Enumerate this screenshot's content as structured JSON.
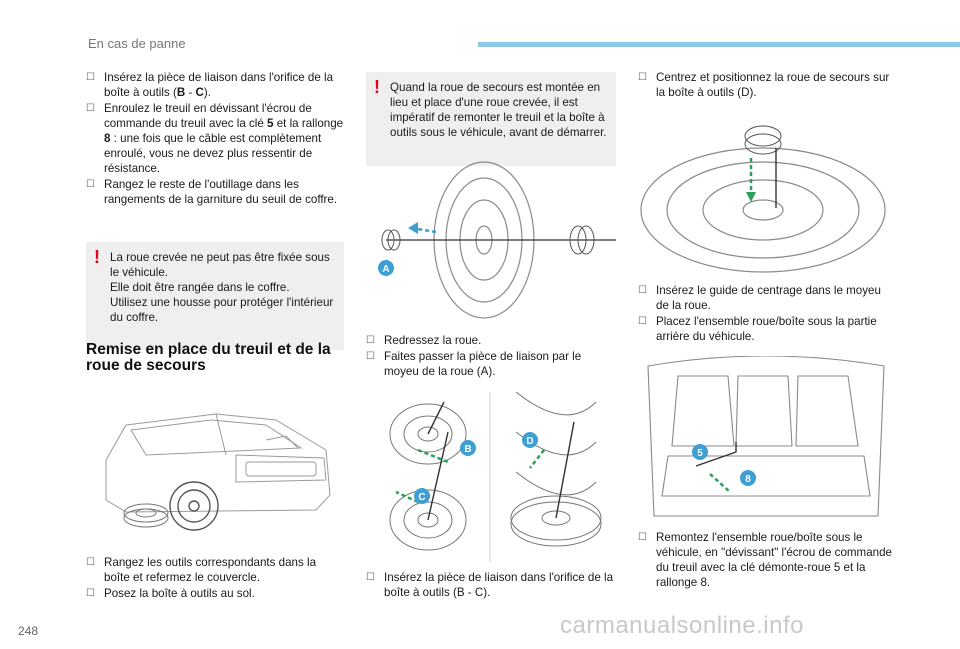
{
  "header": {
    "title": "En cas de panne"
  },
  "page_number": "248",
  "watermark": "carmanualsonline.info",
  "col1": {
    "items": [
      [
        "Insérez la pièce de liaison dans l'orifice de la boîte à outils (",
        "B",
        " - ",
        "C",
        ")."
      ],
      [
        "Enroulez le treuil en dévissant l'écrou de commande du treuil avec la clé ",
        "5",
        " et la rallonge ",
        "8",
        " : une fois que le câble est complètement enroulé, vous ne devez plus ressentir de résistance."
      ],
      [
        "Rangez le reste de l'outillage dans les rangements de la garniture du seuil de coffre."
      ]
    ],
    "warning": "La roue crevée ne peut pas être fixée sous le véhicule.\nElle doit être rangée dans le coffre.\nUtilisez une housse pour protéger l'intérieur du coffre.",
    "section_title": "Remise en place du treuil et de la roue de secours",
    "bottom_items": [
      "Rangez les outils correspondants dans la boîte et refermez le couvercle.",
      "Posez la boîte à outils au sol."
    ]
  },
  "col2": {
    "warning": "Quand la roue de secours est montée en lieu et place d'une roue crevée, il est impératif de remonter le treuil et la boîte à outils sous le véhicule, avant de démarrer.",
    "items_mid": [
      "Redressez la roue.",
      "Faites passer la pièce de liaison par le moyeu de la roue (A)."
    ],
    "items_bottom": [
      "Insérez la pièce de liaison dans l'orifice de la boîte à outils (B - C)."
    ]
  },
  "col3": {
    "items_top": [
      "Centrez et positionnez la roue de secours sur la boîte à outils (D)."
    ],
    "items_mid": [
      "Insérez le guide de centrage dans le moyeu de la roue.",
      "Placez l'ensemble roue/boîte sous la partie arrière du véhicule."
    ],
    "items_bottom": [
      "Remontez l'ensemble roue/boîte sous le véhicule, en \"dévissant\" l'écrou de commande du treuil avec la clé démonte-roue 5 et la rallonge 8."
    ]
  },
  "labels": {
    "a": "A",
    "b": "B",
    "c": "C",
    "d": "D",
    "five": "5",
    "eight": "8"
  },
  "colors": {
    "accent": "#3f9fd3",
    "warning": "#e3001b",
    "arrow": "#2aa05a",
    "header_bar": "#8fc7e6"
  }
}
